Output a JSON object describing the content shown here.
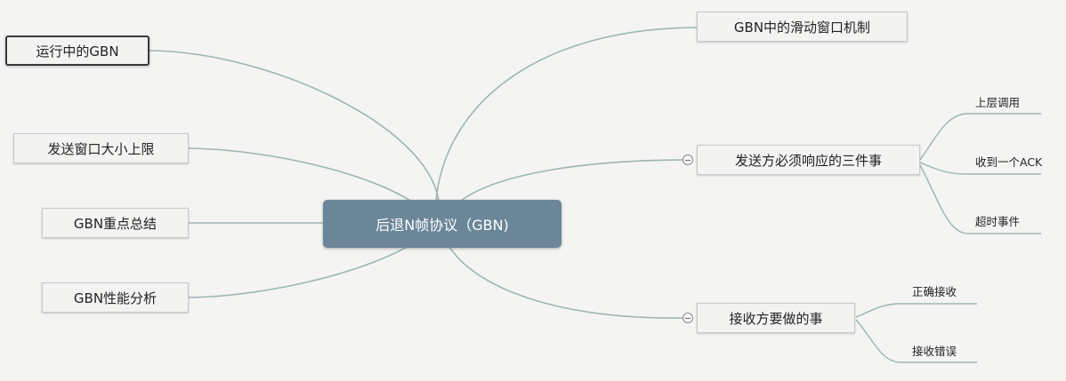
{
  "central": {
    "label": "后退N帧协议（GBN)"
  },
  "left_topics": [
    {
      "label": "运行中的GBN",
      "selected": true
    },
    {
      "label": "发送窗口大小上限"
    },
    {
      "label": "GBN重点总结"
    },
    {
      "label": "GBN性能分析"
    }
  ],
  "right_topics": [
    {
      "label": "GBN中的滑动窗口机制"
    },
    {
      "label": "发送方必须响应的三件事",
      "children": [
        "上层调用",
        "收到一个ACK",
        "超时事件"
      ]
    },
    {
      "label": "接收方要做的事",
      "children": [
        "正确接收",
        "接收错误"
      ]
    }
  ],
  "colors": {
    "central_fill": "#6b8699",
    "branch_line": "#9fb4b4",
    "background": "#f4f4f2"
  }
}
